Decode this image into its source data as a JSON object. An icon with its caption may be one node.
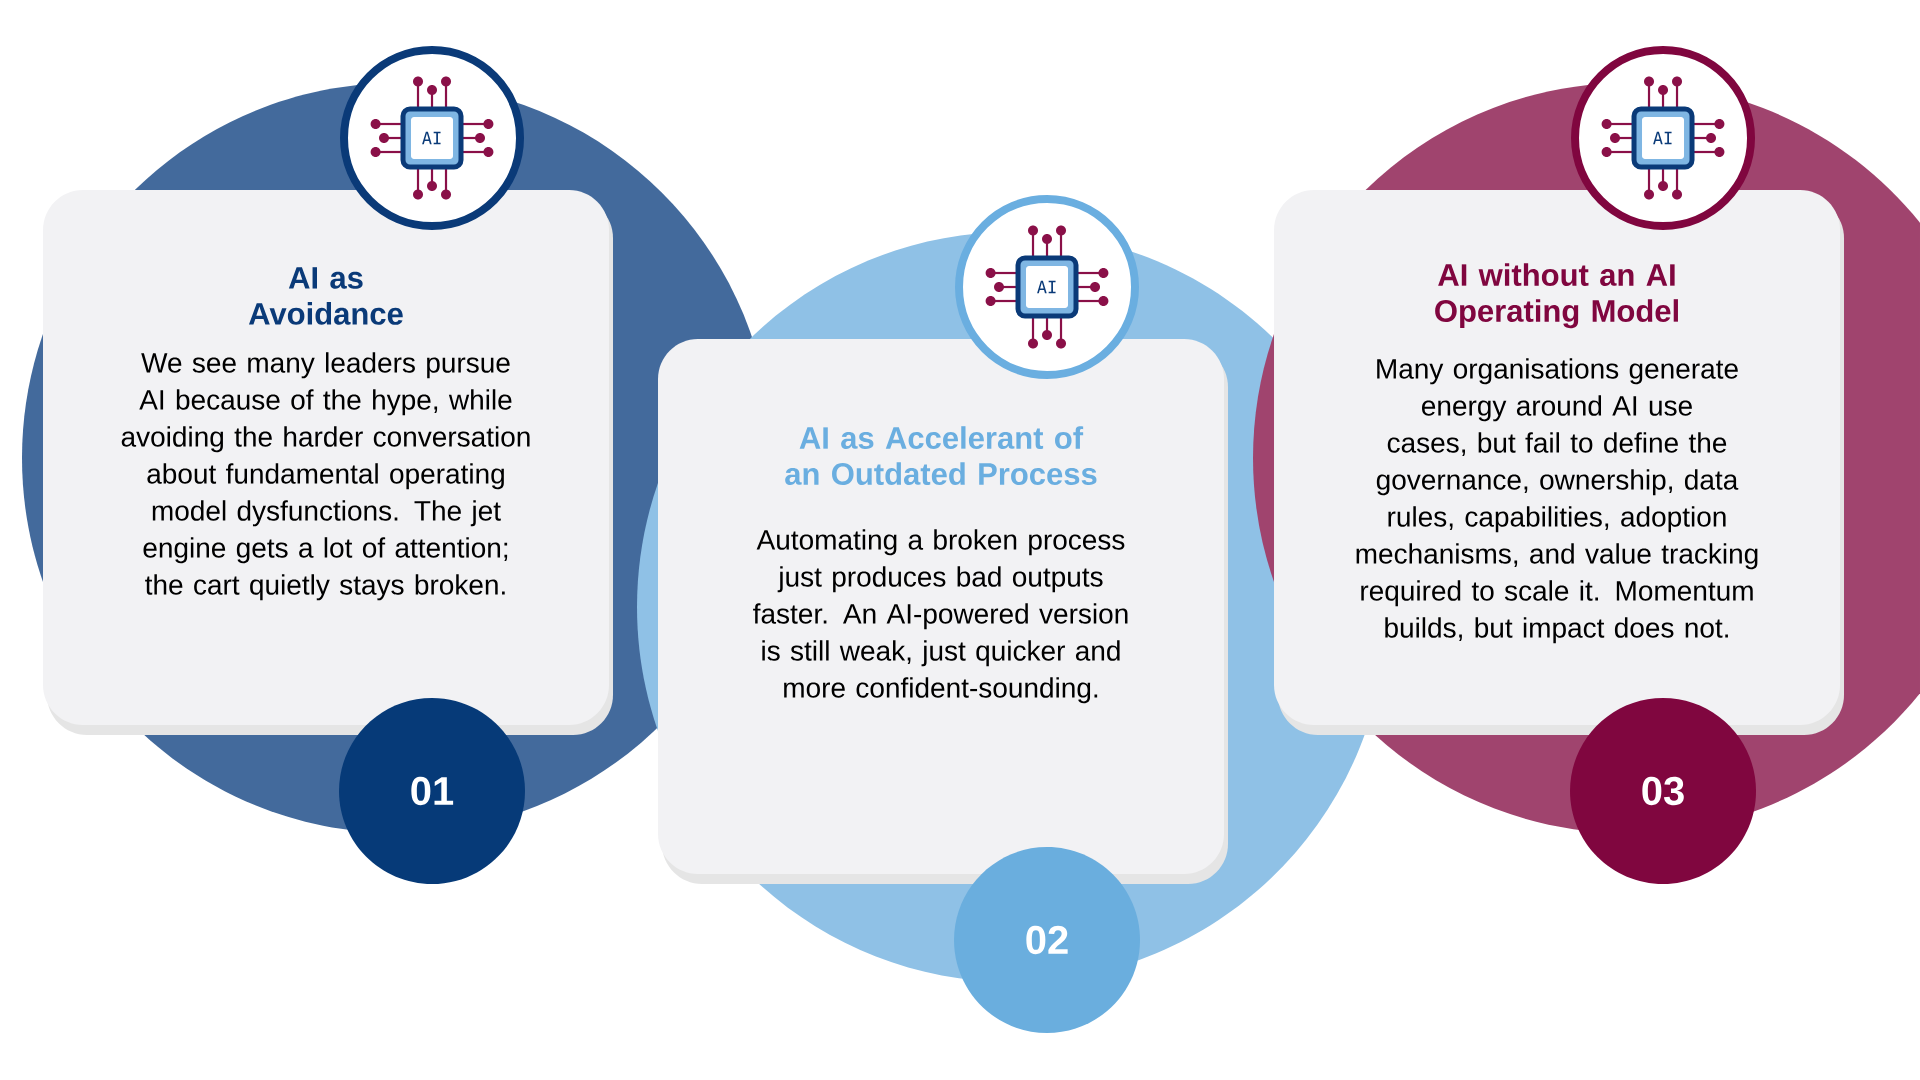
{
  "diagram": {
    "nodes": [
      {
        "text": [
          "AI"
        ]
      },
      {
        "text": [
          "AI as Avoidance",
          "We see many leaders pursue AI because of the hype, while avoiding the harder conversation about fundamental operating model dysfunctions. The jet engine gets a lot of attention; the cart quietly stays broken."
        ]
      },
      {
        "text": [
          "01"
        ]
      },
      {
        "text": [
          "AI"
        ]
      },
      {
        "text": [
          "AI as Accelerant of an Outdated Process",
          "Automating a broken process just produces bad outputs faster. An AI-powered version is still weak, just quicker and more confident-sounding."
        ]
      },
      {
        "text": [
          "02"
        ]
      },
      {
        "text": [
          "AI"
        ]
      },
      {
        "text": [
          "AI without an AI Operating Model",
          "Many organisations generate energy around AI use cases, but fail to define the governance, ownership, data rules, capabilities, adoption mechanisms, and value tracking required to scale it. Momentum builds, but impact does not."
        ]
      },
      {
        "text": [
          "03"
        ]
      }
    ],
    "edges": []
  }
}
